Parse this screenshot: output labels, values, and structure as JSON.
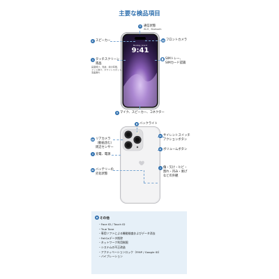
{
  "title": "主要な検品項目",
  "front_labels": {
    "communication": "通信状態",
    "communication_sub": "Wi-Fi、Bluetooth",
    "speaker": "スピーカー",
    "front_camera": "フロントカメラ",
    "touchscreen": "タッチスクリーン",
    "lcd": "液晶",
    "lcd_note": "画面焼け、色抜、線の有無、\nドット抜け、ホワイトスポット、\n液晶漏れ",
    "sim_tray_1": "SIMトレー、",
    "sim_tray_2": "SIMカード認識",
    "bottom": "マイク、スピーカー、コネクター"
  },
  "back_labels": {
    "back_light": "バックライト",
    "rear_camera_1": "リアカメラ",
    "rear_camera_2": "（動画含む）",
    "rear_camera_3": "周辺センサー",
    "flash": "充電、電源",
    "silent_switch_1": "サイレントスイッチ",
    "silent_switch_2": "アクションボタン",
    "volume": "ボリュームボタン",
    "battery_1": "バッテリーの",
    "battery_2": "劣化状態",
    "damage_1": "傷・欠け・ヒビ・",
    "damage_2": "割れ・凹み・剥げ",
    "damage_3": "などの外観"
  },
  "phone_front": {
    "time": "9:41",
    "date": "Monday, June 6"
  },
  "other": {
    "title": "その他",
    "items": [
      "・Face ID / Touch ID",
      "・True Tone",
      "・専用ソフトによる機能検査およびデータ消去",
      "・FeliCaデータ削除",
      "・ネットワーク利用制限",
      "・システムの不正改造",
      "・アクティベーションロック（FMiP / Google ID）",
      "・バイブレーション"
    ]
  },
  "colors": {
    "accent": "#2e6fae",
    "box_bg": "#e6f0f8",
    "wallpaper": "#3a2358"
  },
  "icons": [
    "wifi-icon",
    "speaker-icon",
    "camera-icon",
    "touch-icon",
    "sim-icon",
    "mic-icon",
    "light-icon",
    "switch-icon",
    "volume-icon",
    "battery-icon",
    "scratch-icon",
    "bolt-icon"
  ]
}
